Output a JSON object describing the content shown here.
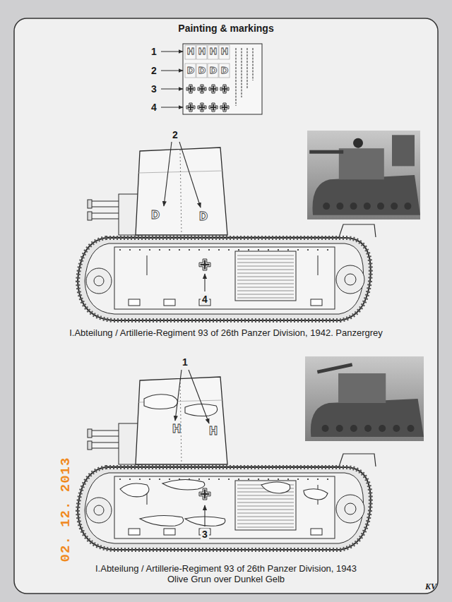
{
  "diagram": {
    "title": "Painting & markings",
    "labels": [
      "1",
      "2",
      "3",
      "4",
      "H",
      "H",
      "H",
      "H",
      "D",
      "D",
      "D",
      "D",
      "2",
      "D",
      "D",
      "4",
      "I.Abteilung / Artillerie-Regiment 93 of 26th Panzer Division, 1942. Panzergrey",
      "1",
      "H",
      "H",
      "3",
      "I.Abteilung / Artillerie-Regiment 93 of 26th Panzer Division, 1943 Olive Grun over Dunkel Gelb",
      "02. 12. 2013",
      "KV"
    ]
  }
}
